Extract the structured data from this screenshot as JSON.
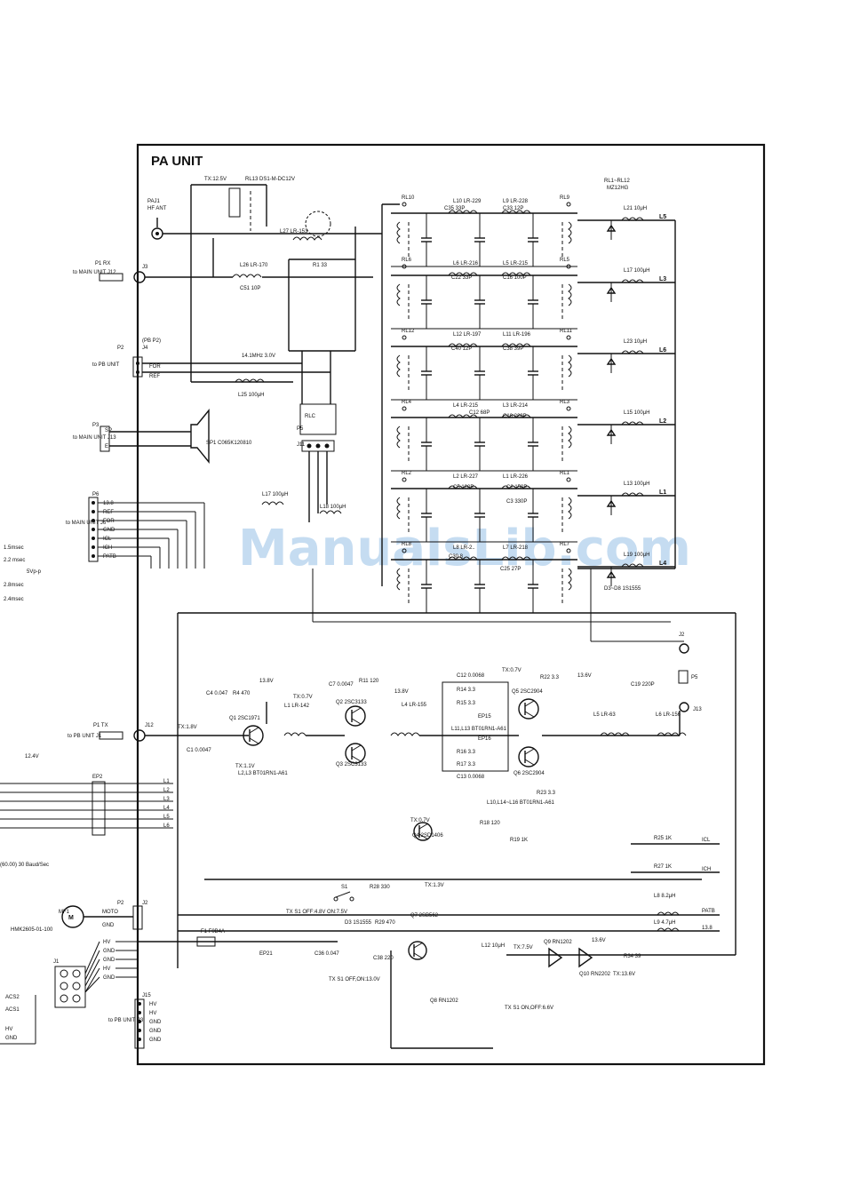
{
  "title": "PA UNIT",
  "watermark": "ManualsLib.com",
  "top": {
    "tx_rail": "TX:12.5V",
    "relay_rl13": "RL13  DS1-M-DC12V",
    "antenna_jack": "PAJ1",
    "antenna_label": "HF ANT",
    "relay_range": "RL1~RL12",
    "relay_model": "MZ12HG",
    "rx_plug": "P1  RX",
    "j3": "J3",
    "to_main_j12": "to MAIN UNIT J12",
    "l27": "L27  LR-153",
    "r1": "R1 33",
    "l26": "L26  LR-170",
    "c51": "C51 10P",
    "freq_label": "14.1MHz 3.0V",
    "l25": "L25 100μH",
    "pb_p2": "(PB P2)",
    "to_pb_unit": "to PB UNIT",
    "p2": "P2",
    "j4": "J4",
    "for": "FOR",
    "ref": "REF",
    "p3": "P3",
    "to_main_j13": "to MAIN UNIT J13",
    "sp": "SP",
    "e": "E",
    "sp1": "SP1  C065K120810",
    "p5": "P5",
    "j11": "J11",
    "rlc": "RLC",
    "p6": "P6",
    "to_main_j6": "to MAIN UNIT J6",
    "l17": "L17 100μH",
    "l18": "L18 100μH",
    "p6_pins": [
      "13.8",
      "REF",
      "FOR",
      "GND",
      "ICL",
      "ICH",
      "PATB"
    ],
    "left_notes": [
      "1.5msec",
      "2.2 msec",
      "5Vp-p",
      "2.8msec",
      "2.4msec"
    ],
    "diodes": "D3~D8  1S1555"
  },
  "filter": {
    "relays": [
      "RL10",
      "RL9",
      "RL6",
      "RL5",
      "RL12",
      "RL11",
      "RL4",
      "RL3",
      "RL2",
      "RL1",
      "RL8",
      "RL7"
    ],
    "inductors": [
      "L10 LR-229",
      "L9 LR-228",
      "L6 LR-216",
      "L5 LR-215",
      "L12 LR-197",
      "L11 LR-196",
      "L4 LR-215",
      "L3 LR-214",
      "L2 LR-227",
      "L1 LR-226",
      "L8 LR-2..",
      "L7 LR-218"
    ],
    "caps": [
      "C35 33P",
      "C33 12P",
      "C22 33P",
      "C16 100P",
      "C40 12P",
      "C38 39P",
      "C12 68P",
      "C10 220P",
      "C5 120P",
      "C2 150P",
      "C3 330P",
      "C30 8",
      "C25 27P"
    ],
    "outputs": [
      "L5",
      "L3",
      "L6",
      "L2",
      "L1",
      "L4"
    ],
    "chokes": [
      "L21 10μH",
      "L17 100μH",
      "L23 10μH",
      "L15 100μH",
      "L13 100μH",
      "L19 100μH"
    ]
  },
  "bottom": {
    "j2": "J2",
    "p5": "P5",
    "j13": "J13",
    "tx_pb": "P1  TX",
    "j12": "J12",
    "to_pb_j1": "to PB UNIT J1",
    "tx18": "TX:1.8V",
    "c1": "C1 0.0047",
    "c4": "C4 0.047",
    "r4": "R4 470",
    "v138": "13.8V",
    "q1": "Q1 2SC1971",
    "l1": "L1 LR-142",
    "tx07": "TX:0.7V",
    "c7": "C7 0.0047",
    "r11": "R11 120",
    "q2": "Q2 2SC3133",
    "q3": "Q3 2SC3133",
    "l4": "L4 LR-155",
    "c12": "C12 0.0068",
    "r14": "R14 3.3",
    "r15": "R15 3.3",
    "ep15": "EP15",
    "ep16": "EP16",
    "r16": "R16 3.3",
    "r17": "R17 3.3",
    "c13": "C13 0.0068",
    "l11": "L11,L13  BT01RN1-A61",
    "q5": "Q5 2SC2904",
    "q6": "Q6 2SC2904",
    "r22": "R22 3.3",
    "r23": "R23 3.3",
    "l5": "L5 LR-63",
    "l6": "L6 LR-156",
    "c19": "C19 220P",
    "tx11": "TX:1.1V",
    "l2l3": "L2,L3  BT01RN1-A61",
    "ep2": "EP2",
    "bus": [
      "L1",
      "L2",
      "L3",
      "L4",
      "L5",
      "L6"
    ],
    "q4": "Q4 2SD1406",
    "l10": "L10,L14~L16  BT01RN1-A61",
    "r18": "R18 120",
    "r19": "R19 1K",
    "tx13": "TX:1.3V",
    "r25": "R25 1K",
    "r27": "R27 1K",
    "icl": "ICL",
    "ich": "ICH",
    "l8": "L8 8.2μH",
    "l9": "L9 4.7μH",
    "patb": "PATB",
    "v138b": "13.8",
    "s1": "S1",
    "r28": "R28 330",
    "tx_s1": "TX S1 OFF:4.8V ON:7.5V",
    "d3": "D3 1S1555",
    "r29": "R29 470",
    "q7": "Q7 2SB562",
    "c38": "C38 220",
    "c36": "C36 0.047",
    "l12": "L12 10μH",
    "tx75": "TX:7.5V",
    "q9": "Q9 RN1202",
    "v136": "13.6V",
    "q10": "Q10 RN2202",
    "r34": "R34 39",
    "tx136": "TX:13.6V",
    "q8": "Q8 RN1202",
    "tx_s1b": "TX S1 OFF,ON:13.0V",
    "tx_s1c": "TX S1 ON,OFF:6.6V",
    "motor_p2": "P2",
    "moto": "MOTO",
    "gnd": "GND",
    "mf1": "MF1",
    "motor_model": "HMK2605-01-100",
    "motor_symbol": "M",
    "j1": "J1",
    "f1": "F1 F0B4A",
    "ep21": "EP21",
    "pins": [
      "HV",
      "GND",
      "GND",
      "HV",
      "GND"
    ],
    "acs": [
      "ACS2",
      "ACS1",
      "HV",
      "GND"
    ],
    "j15": "J15",
    "to_pb_p3": "to PB UNIT P3",
    "j15_pins": [
      "HV",
      "HV",
      "GND",
      "GND",
      "GND"
    ],
    "v124": "12.4V",
    "baud": "(60.00) 30 Baud/Sec"
  }
}
